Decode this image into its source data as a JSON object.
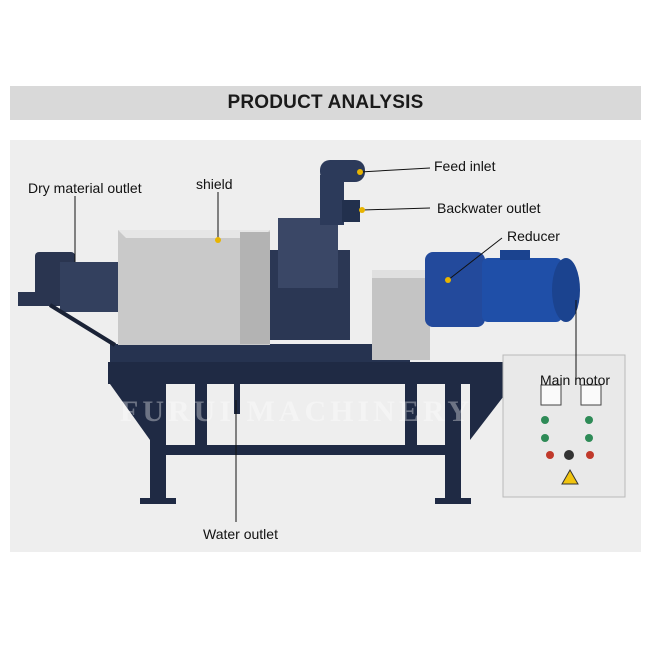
{
  "header": {
    "title": "PRODUCT ANALYSIS"
  },
  "watermark": "FURUI MACHINERY",
  "labels": {
    "dry_material_outlet": "Dry material outlet",
    "shield": "shield",
    "feed_inlet": "Feed inlet",
    "backwater_outlet": "Backwater outlet",
    "reducer": "Reducer",
    "main_motor": "Main motor",
    "water_outlet": "Water outlet"
  },
  "colors": {
    "header_band": "#d9d9d9",
    "frame_navy": "#1f2a44",
    "motor_blue": "#1f4fa8",
    "steel": "#c8c8c8",
    "leader_line": "#e8b400"
  }
}
